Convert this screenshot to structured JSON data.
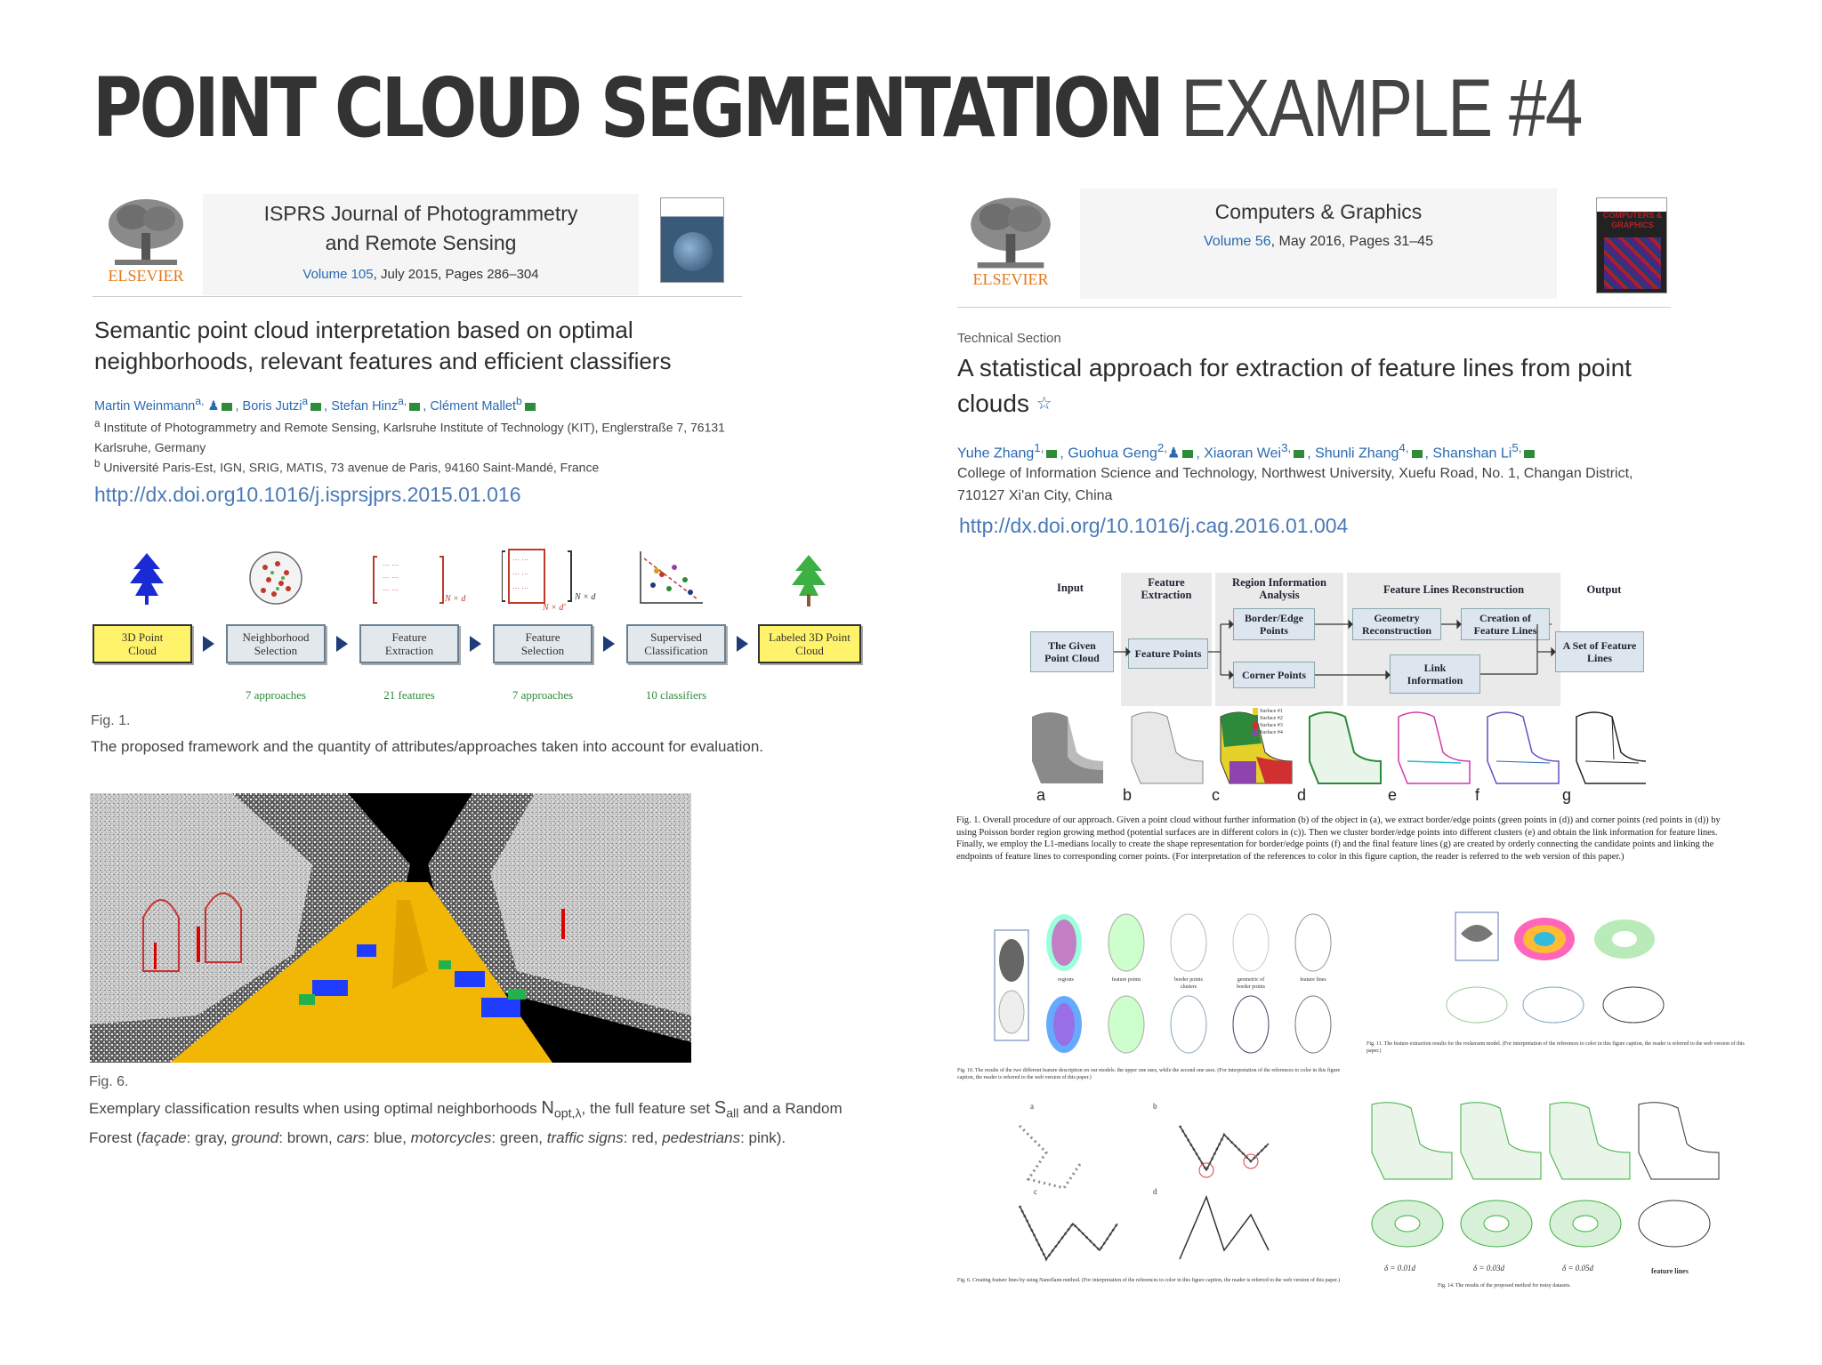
{
  "title": {
    "bold": "POINT CLOUD SEGMENTATION",
    "thin": "EXAMPLE #4"
  },
  "left": {
    "publisher": "ELSEVIER",
    "journal": "ISPRS Journal of Photogrammetry and Remote Sensing",
    "volume_link": "Volume 105",
    "volume_rest": ", July 2015, Pages 286–304",
    "paper_title": "Semantic point cloud interpretation based on optimal neighborhoods, relevant features and efficient classifiers",
    "authors": [
      "Martin Weinmann",
      "Boris Jutzi",
      "Stefan Hinz",
      "Clément Mallet"
    ],
    "author_sups": [
      "a,",
      "a",
      "a,",
      "b"
    ],
    "affiliation_a": "Institute of Photogrammetry and Remote Sensing, Karlsruhe Institute of Technology (KIT), Englerstraße 7, 76131 Karlsruhe, Germany",
    "affiliation_b": "Université Paris-Est, IGN, SRIG, MATIS, 73 avenue de Paris, 94160 Saint-Mandé, France",
    "doi": "http://dx.doi.org10.1016/j.isprsjprs.2015.01.016",
    "pipeline": [
      {
        "label": "3D Point Cloud",
        "yellow": true
      },
      {
        "label": "Neighborhood Selection",
        "yellow": false
      },
      {
        "label": "Feature Extraction",
        "yellow": false
      },
      {
        "label": "Feature Selection",
        "yellow": false
      },
      {
        "label": "Supervised Classification",
        "yellow": false
      },
      {
        "label": "Labeled 3D Point Cloud",
        "yellow": true
      }
    ],
    "matrix_labels": [
      "N × d",
      "N × d",
      "N × d′"
    ],
    "approaches": [
      "7 approaches",
      "21 features",
      "7 approaches",
      "10 classifiers"
    ],
    "fig1_label": "Fig. 1.",
    "fig1_caption": "The proposed framework and the quantity of attributes/approaches taken into account for evaluation.",
    "fig6_label": "Fig. 6.",
    "fig6_caption_1": "Exemplary classification results when using optimal neighborhoods ",
    "fig6_n": "N",
    "fig6_n_sub": "opt,λ",
    "fig6_caption_2": ", the full feature set ",
    "fig6_s": "S",
    "fig6_s_sub": "all",
    "fig6_caption_3": " and a Random Forest (",
    "fig6_classes": [
      {
        "name": "façade",
        "color_word": "gray"
      },
      {
        "name": "ground",
        "color_word": "brown"
      },
      {
        "name": "cars",
        "color_word": "blue"
      },
      {
        "name": "motorcycles",
        "color_word": "green"
      },
      {
        "name": "traffic signs",
        "color_word": "red"
      },
      {
        "name": "pedestrians",
        "color_word": "pink"
      }
    ]
  },
  "right": {
    "publisher": "ELSEVIER",
    "journal": "Computers & Graphics",
    "volume_link": "Volume 56",
    "volume_rest": ", May 2016, Pages 31–45",
    "cover_text": "COMPUTERS & GRAPHICS",
    "section": "Technical Section",
    "paper_title": "A statistical approach for extraction of feature lines from point clouds",
    "star": "☆",
    "authors": [
      "Yuhe Zhang",
      "Guohua Geng",
      "Xiaoran Wei",
      "Shunli Zhang",
      "Shanshan Li"
    ],
    "author_sups": [
      "1,",
      "2,",
      "3,",
      "4,",
      "5,"
    ],
    "affiliation": "College of Information Science and Technology, Northwest University, Xuefu Road, No. 1, Changan District, 710127 Xi'an City, China",
    "doi": "http://dx.doi.org/10.1016/j.cag.2016.01.004",
    "diagram": {
      "headers": [
        "Input",
        "Feature Extraction",
        "Region Information Analysis",
        "Feature Lines Reconstruction",
        "Output"
      ],
      "boxes": [
        "The Given Point Cloud",
        "Feature Points",
        "Border/Edge Points",
        "Corner Points",
        "Geometry Reconstruction",
        "Creation of Feature Lines",
        "Link Information",
        "A Set of Feature Lines"
      ]
    },
    "stage_letters": [
      "a",
      "b",
      "c",
      "d",
      "e",
      "f",
      "g"
    ],
    "legend_items": [
      "Surface #1",
      "Surface #2",
      "Surface #3",
      "Surface #4"
    ],
    "fig1_caption": "Fig. 1. Overall procedure of our approach. Given a point cloud without further information (b) of the object in (a), we extract border/edge points (green points in (d)) and corner points (red points in (d)) by using Poisson border region growing method (potential surfaces are in different colors in (c)). Then we cluster border/edge points into different clusters (e) and obtain the link information for feature lines. Finally, we employ the L1-medians locally to create the shape representation for border/edge points (f) and the final feature lines (g) are created by orderly connecting the candidate points and linking the endpoints of feature lines to corresponding corner points. (For interpretation of the references to color in this figure caption, the reader is referred to the web version of this paper.)",
    "thumb_tl_labels": [
      "regions",
      "feature points",
      "border points clusters",
      "geometric of border points",
      "feature lines"
    ],
    "thumb_tl_caption": "Fig. 10. The results of the two different feature description on our models: the upper one uses, while the second one uses. (For interpretation of the references to color in this figure caption, the reader is referred to the web version of this paper.)",
    "thumb_tr_caption": "Fig. 11. The feature extraction results for the rockerarm model. (For interpretation of the references to color in this figure caption, the reader is referred to the web version of this paper.)",
    "thumb_bl_letters": [
      "a",
      "b",
      "c",
      "d"
    ],
    "thumb_bl_caption": "Fig. 6. Creating feature lines by using Nanoflann method. (For interpretation of the references to color in this figure caption, the reader is referred to the web version of this paper.)",
    "thumb_br_deltas": [
      "δ = 0.01d",
      "δ = 0.03d",
      "δ = 0.05d",
      "feature lines"
    ],
    "thumb_br_caption": "Fig. 14. The results of the proposed method for noisy datasets."
  }
}
